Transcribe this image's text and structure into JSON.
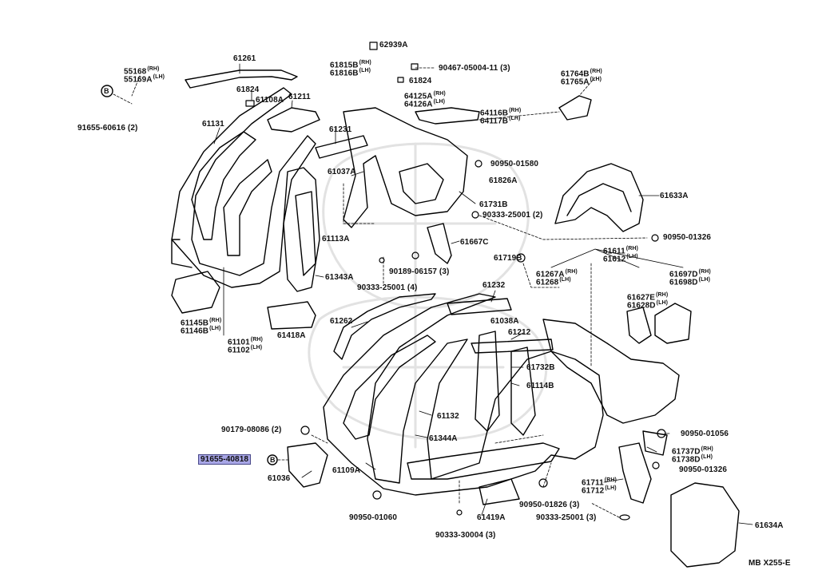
{
  "diagram": {
    "code": "MB  X255-E",
    "highlight_color": "#a8a6e6",
    "parts": [
      {
        "n": "62939A"
      },
      {
        "n": "61815B",
        "s": "(RH)"
      },
      {
        "n": "61816B",
        "s": "(LH)"
      },
      {
        "n": "90467-05004-11 (3)"
      },
      {
        "n": "61824"
      },
      {
        "n": "61764B",
        "s": "(RH)"
      },
      {
        "n": "61765A",
        "s": "(LH)"
      },
      {
        "n": "61261"
      },
      {
        "n": "55168",
        "s": "(RH)"
      },
      {
        "n": "55169A",
        "s": "(LH)"
      },
      {
        "n": "61824"
      },
      {
        "n": "61108A"
      },
      {
        "n": "61211"
      },
      {
        "n": "64125A",
        "s": "(RH)"
      },
      {
        "n": "64126A",
        "s": "(LH)"
      },
      {
        "n": "64116B",
        "s": "(RH)"
      },
      {
        "n": "64117B",
        "s": "(LH)"
      },
      {
        "n": "91655-60616 (2)"
      },
      {
        "n": "61131"
      },
      {
        "n": "61231"
      },
      {
        "n": "90950-01580"
      },
      {
        "n": "61037A"
      },
      {
        "n": "61826A"
      },
      {
        "n": "61633A"
      },
      {
        "n": "61731B"
      },
      {
        "n": "90333-25001 (2)"
      },
      {
        "n": "61113A"
      },
      {
        "n": "61667C"
      },
      {
        "n": "90950-01326"
      },
      {
        "n": "90189-06157 (3)"
      },
      {
        "n": "61719B"
      },
      {
        "n": "61611",
        "s": "(RH)"
      },
      {
        "n": "61612",
        "s": "(LH)"
      },
      {
        "n": "61267A",
        "s": "(RH)"
      },
      {
        "n": "61268",
        "s": "(LH)"
      },
      {
        "n": "61697D",
        "s": "(RH)"
      },
      {
        "n": "61698D",
        "s": "(LH)"
      },
      {
        "n": "61343A"
      },
      {
        "n": "90333-25001 (4)"
      },
      {
        "n": "61232"
      },
      {
        "n": "61627E",
        "s": "(RH)"
      },
      {
        "n": "61628D",
        "s": "(LH)"
      },
      {
        "n": "61145B",
        "s": "(RH)"
      },
      {
        "n": "61146B",
        "s": "(LH)"
      },
      {
        "n": "61262"
      },
      {
        "n": "61038A"
      },
      {
        "n": "61212"
      },
      {
        "n": "61418A"
      },
      {
        "n": "61101",
        "s": "(RH)"
      },
      {
        "n": "61102",
        "s": "(LH)"
      },
      {
        "n": "61732B"
      },
      {
        "n": "61114B"
      },
      {
        "n": "61132"
      },
      {
        "n": "90179-08086 (2)"
      },
      {
        "n": "90950-01056"
      },
      {
        "n": "61344A"
      },
      {
        "n": "61737D",
        "s": "(RH)"
      },
      {
        "n": "61738D",
        "s": "(LH)"
      },
      {
        "n": "91655-40818"
      },
      {
        "n": "61109A"
      },
      {
        "n": "90950-01326"
      },
      {
        "n": "61036"
      },
      {
        "n": "61711",
        "s": "(RH)"
      },
      {
        "n": "61712",
        "s": "(LH)"
      },
      {
        "n": "90950-01826 (3)"
      },
      {
        "n": "90950-01060"
      },
      {
        "n": "61419A"
      },
      {
        "n": "90333-25001 (3)"
      },
      {
        "n": "61634A"
      },
      {
        "n": "90333-30004 (3)"
      }
    ],
    "callouts": [
      {
        "t": "B"
      },
      {
        "t": "B"
      }
    ]
  }
}
